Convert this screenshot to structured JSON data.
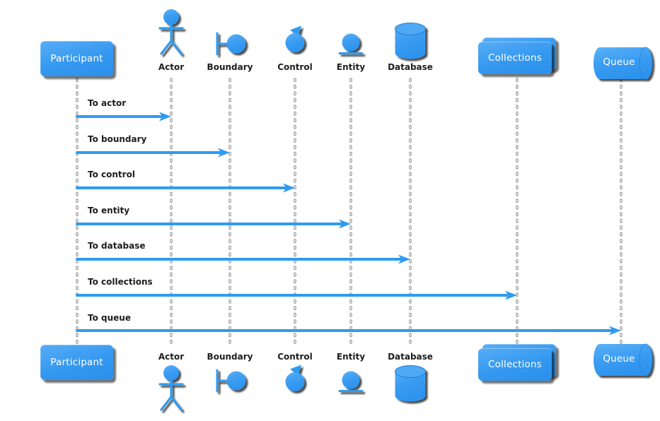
{
  "diagram": {
    "type": "uml-sequence",
    "participants": [
      {
        "name": "Participant",
        "kind": "participant"
      },
      {
        "name": "Actor",
        "kind": "actor"
      },
      {
        "name": "Boundary",
        "kind": "boundary"
      },
      {
        "name": "Control",
        "kind": "control"
      },
      {
        "name": "Entity",
        "kind": "entity"
      },
      {
        "name": "Database",
        "kind": "database"
      },
      {
        "name": "Collections",
        "kind": "collections"
      },
      {
        "name": "Queue",
        "kind": "queue"
      }
    ],
    "messages": [
      {
        "from": "Participant",
        "to": "Actor",
        "label": "To actor"
      },
      {
        "from": "Participant",
        "to": "Boundary",
        "label": "To boundary"
      },
      {
        "from": "Participant",
        "to": "Control",
        "label": "To control"
      },
      {
        "from": "Participant",
        "to": "Entity",
        "label": "To entity"
      },
      {
        "from": "Participant",
        "to": "Database",
        "label": "To database"
      },
      {
        "from": "Participant",
        "to": "Collections",
        "label": "To collections"
      },
      {
        "from": "Participant",
        "to": "Queue",
        "label": "To queue"
      }
    ],
    "colors": {
      "shape_fill_top": "#5AB0F7",
      "shape_fill_bottom": "#2E93EE",
      "arrow": "#2F9BF0",
      "box_text": "#FFFFFF",
      "label_text": "#1D1D1D",
      "lifeline": "#8F8F8F",
      "shadow": "rgba(0,0,0,0.6)"
    }
  }
}
